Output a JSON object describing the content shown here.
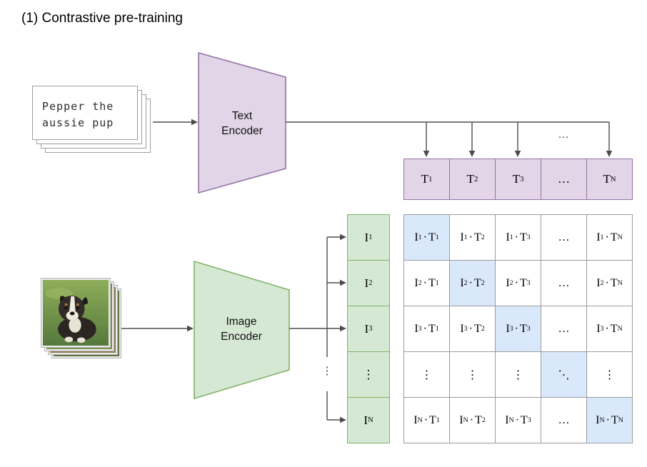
{
  "title": "(1) Contrastive pre-training",
  "text_input": {
    "lines": [
      "Pepper the",
      "aussie pup"
    ]
  },
  "encoders": {
    "text": "Text Encoder",
    "image": "Image Encoder"
  },
  "connector_labels": {
    "top_ellipsis": "…",
    "branch_ellipsis": "⋮"
  },
  "text_embeddings": [
    {
      "base": "T",
      "sub": "1"
    },
    {
      "base": "T",
      "sub": "2"
    },
    {
      "base": "T",
      "sub": "3"
    },
    {
      "base": "…",
      "sub": ""
    },
    {
      "base": "T",
      "sub": "N"
    }
  ],
  "image_embeddings": [
    {
      "base": "I",
      "sub": "1"
    },
    {
      "base": "I",
      "sub": "2"
    },
    {
      "base": "I",
      "sub": "3"
    },
    {
      "base": "⋮",
      "sub": ""
    },
    {
      "base": "I",
      "sub": "N"
    }
  ],
  "similarity_matrix": {
    "row_symbol": "I",
    "col_symbol": "T",
    "dot": "·",
    "rows": [
      [
        {
          "kind": "pair",
          "i": "1",
          "t": "1",
          "hl": true
        },
        {
          "kind": "pair",
          "i": "1",
          "t": "2"
        },
        {
          "kind": "pair",
          "i": "1",
          "t": "3"
        },
        {
          "kind": "dots",
          "text": "…"
        },
        {
          "kind": "pair",
          "i": "1",
          "t": "N"
        }
      ],
      [
        {
          "kind": "pair",
          "i": "2",
          "t": "1"
        },
        {
          "kind": "pair",
          "i": "2",
          "t": "2",
          "hl": true
        },
        {
          "kind": "pair",
          "i": "2",
          "t": "3"
        },
        {
          "kind": "dots",
          "text": "…"
        },
        {
          "kind": "pair",
          "i": "2",
          "t": "N"
        }
      ],
      [
        {
          "kind": "pair",
          "i": "3",
          "t": "1"
        },
        {
          "kind": "pair",
          "i": "3",
          "t": "2"
        },
        {
          "kind": "pair",
          "i": "3",
          "t": "3",
          "hl": true
        },
        {
          "kind": "dots",
          "text": "…"
        },
        {
          "kind": "pair",
          "i": "3",
          "t": "N"
        }
      ],
      [
        {
          "kind": "dots",
          "text": "⋮"
        },
        {
          "kind": "dots",
          "text": "⋮"
        },
        {
          "kind": "dots",
          "text": "⋮"
        },
        {
          "kind": "dots",
          "text": "⋱",
          "hl": true
        },
        {
          "kind": "dots",
          "text": "⋮"
        }
      ],
      [
        {
          "kind": "pair",
          "i": "N",
          "t": "1"
        },
        {
          "kind": "pair",
          "i": "N",
          "t": "2"
        },
        {
          "kind": "pair",
          "i": "N",
          "t": "3"
        },
        {
          "kind": "dots",
          "text": "…"
        },
        {
          "kind": "pair",
          "i": "N",
          "t": "N",
          "hl": true
        }
      ]
    ]
  },
  "colors": {
    "text_fill": "#e1d5e7",
    "text_stroke": "#9673a6",
    "image_fill": "#d5e8d4",
    "image_stroke": "#82b366",
    "highlight_fill": "#dae8fc",
    "grid_stroke": "#9b9b9b",
    "arrow": "#4d4d4d"
  }
}
